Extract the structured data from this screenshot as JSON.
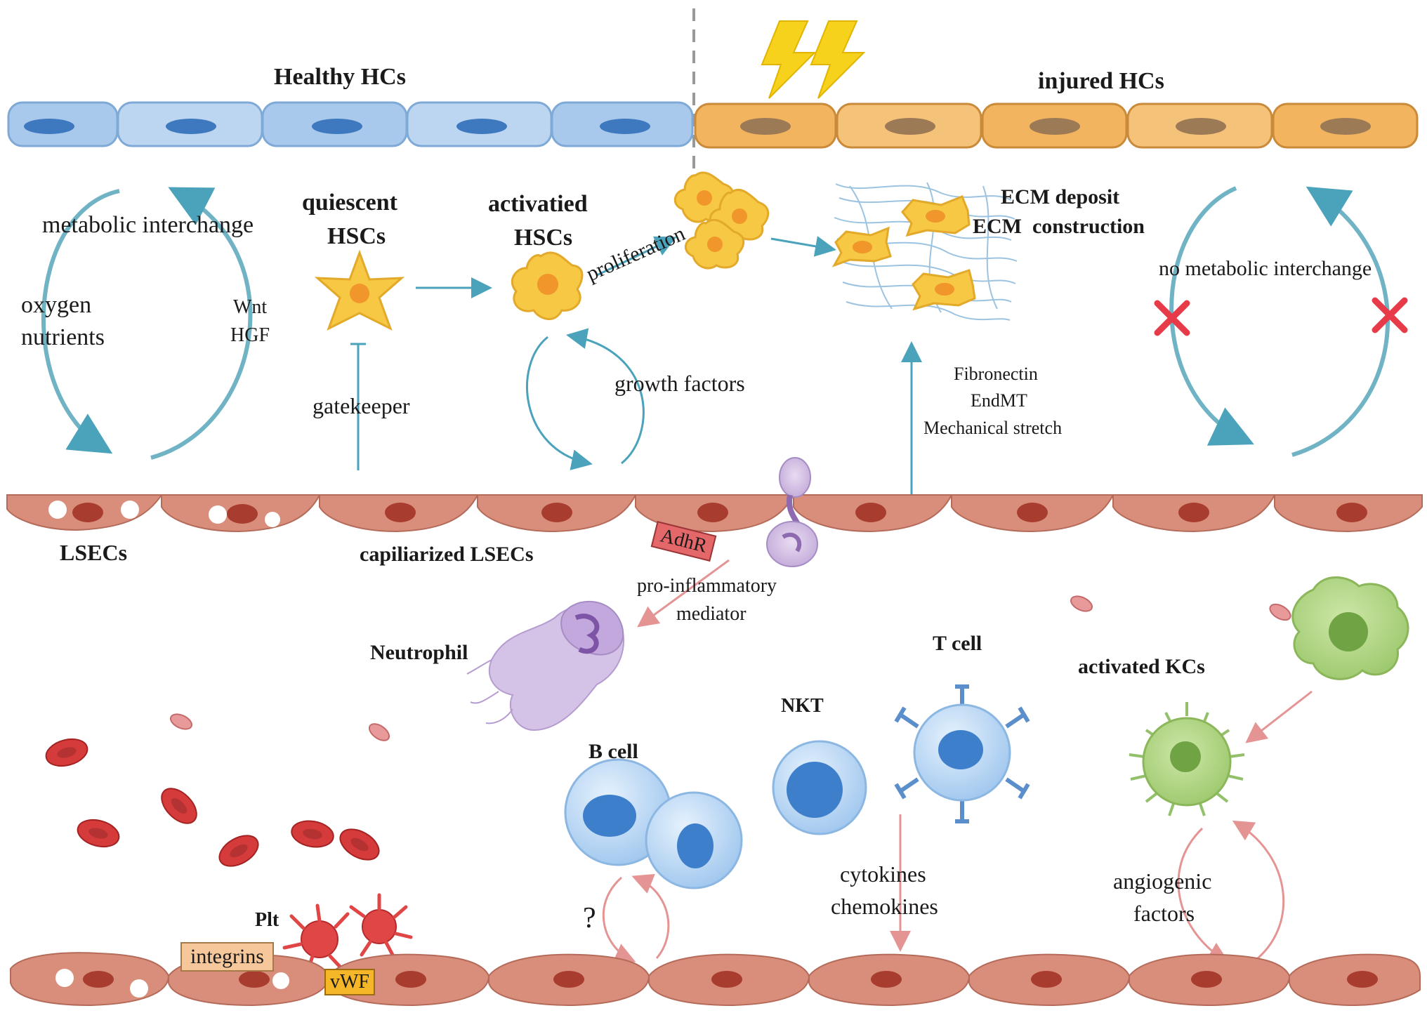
{
  "labels": {
    "healthy_hcs": "Healthy HCs",
    "injured_hcs": "injured HCs",
    "metabolic_interchange": "metabolic interchange",
    "oxygen": "oxygen",
    "nutrients": "nutrients",
    "wnt": "Wnt",
    "hgf": "HGF",
    "quiescent": "quiescent",
    "quiescent_hscs": "HSCs",
    "activated": "activatied",
    "activated_hscs": "HSCs",
    "proliferation": "proliferation",
    "ecm_deposit": "ECM deposit",
    "ecm_construction": "ECM  construction",
    "no_metabolic_interchange": "no metabolic interchange",
    "gatekeeper": "gatekeeper",
    "growth_factors": "growth factors",
    "fibronectin": "Fibronectin",
    "endmt": "EndMT",
    "mechanical_stretch": "Mechanical stretch",
    "lsecs": "LSECs",
    "capillarized_lsecs": "capiliarized LSECs",
    "adhr": "AdhR",
    "pro_inflammatory": "pro-inflammatory",
    "mediator": "mediator",
    "neutrophil": "Neutrophil",
    "t_cell": "T cell",
    "activated_kcs": "activated KCs",
    "nkt": "NKT",
    "b_cell": "B cell",
    "question": "?",
    "cytokines": "cytokines",
    "chemokines": "chemokines",
    "angiogenic": "angiogenic",
    "factors": "factors",
    "plt": "Plt",
    "integrins": "integrins",
    "vwf": "vWF"
  },
  "colors": {
    "healthy_cell": "#a9c9ec",
    "injured_cell": "#f2b45e",
    "endothelium": "#d98e7c",
    "teal_arrow": "#5fb2c2",
    "pink_arrow": "#e89a9a",
    "hsc_yellow": "#f7c843",
    "immune_blue": "#a7cdf0",
    "kc_green": "#a7d07b",
    "neutrophil_purple": "#c9b3dd",
    "rbc_red": "#d63b3b",
    "platelet_red": "#e04646",
    "lightning": "#f7d21c",
    "cross_red": "#e83b4a",
    "adhr_fill": "#e4686a",
    "integrins_fill": "#f6c79a",
    "vwf_fill": "#f5b628"
  },
  "icons": [
    "lightning-icon",
    "cross-icon",
    "cross-icon"
  ]
}
